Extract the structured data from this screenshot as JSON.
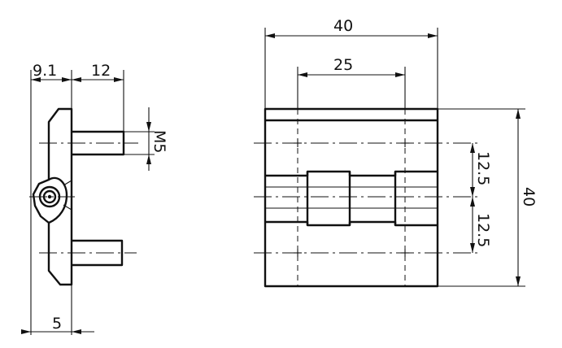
{
  "side_view": {
    "dim_offset": "9.1",
    "dim_pin_length": "12",
    "dim_thread": "M5",
    "dim_thickness": "5"
  },
  "front_view": {
    "dim_width": "40",
    "dim_pin_spacing": "25",
    "dim_upper_offset": "12.5",
    "dim_lower_offset": "12.5",
    "dim_height": "40"
  }
}
